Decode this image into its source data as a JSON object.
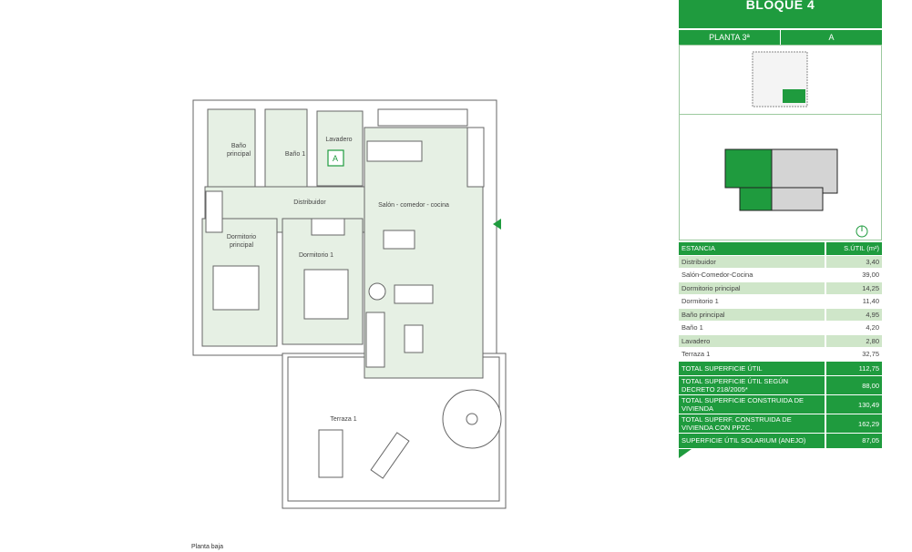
{
  "header": {
    "block": "BLOQUE 4",
    "floor": "PLANTA 3ª",
    "unit": "A"
  },
  "plan": {
    "rooms": {
      "bano_principal": "Baño\nprincipal",
      "bano_principal_l1": "Baño",
      "bano_principal_l2": "principal",
      "bano1": "Baño 1",
      "lavadero": "Lavadero",
      "unit_tag": "A",
      "distribuidor": "Distribuidor",
      "salon": "Salón - comedor - cocina",
      "dormitorio_principal_l1": "Dormitorio",
      "dormitorio_principal_l2": "principal",
      "dormitorio1": "Dormitorio 1",
      "terraza": "Terraza 1"
    },
    "caption": "Planta baja"
  },
  "colors": {
    "brand": "#1f9b3e",
    "room_fill": "#e6f0e4",
    "row_alt": "#cfe6c9"
  },
  "table": {
    "col_room": "ESTANCIA",
    "col_area": "S.ÚTIL (m²)",
    "rows": [
      {
        "name": "Distribuidor",
        "value": "3,40"
      },
      {
        "name": "Salón-Comedor-Cocina",
        "value": "39,00"
      },
      {
        "name": "Dormitorio principal",
        "value": "14,25"
      },
      {
        "name": "Dormitorio 1",
        "value": "11,40"
      },
      {
        "name": "Baño principal",
        "value": "4,95"
      },
      {
        "name": "Baño 1",
        "value": "4,20"
      },
      {
        "name": "Lavadero",
        "value": "2,80"
      },
      {
        "name": "Terraza 1",
        "value": "32,75"
      }
    ],
    "totals": [
      {
        "name": "TOTAL SUPERFICIE ÚTIL",
        "value": "112,75"
      },
      {
        "name": "TOTAL SUPERFICIE ÚTIL SEGÚN DECRETO 218/2005*",
        "value": "88,00"
      },
      {
        "name": "TOTAL SUPERFICIE CONSTRUIDA DE VIVIENDA",
        "value": "130,49"
      },
      {
        "name": "TOTAL SUPERF. CONSTRUIDA DE VIVIENDA CON PPZC.",
        "value": "162,29"
      },
      {
        "name": "SUPERFICIE ÚTIL SOLARIUM (ANEJO)",
        "value": "87,05"
      }
    ]
  }
}
